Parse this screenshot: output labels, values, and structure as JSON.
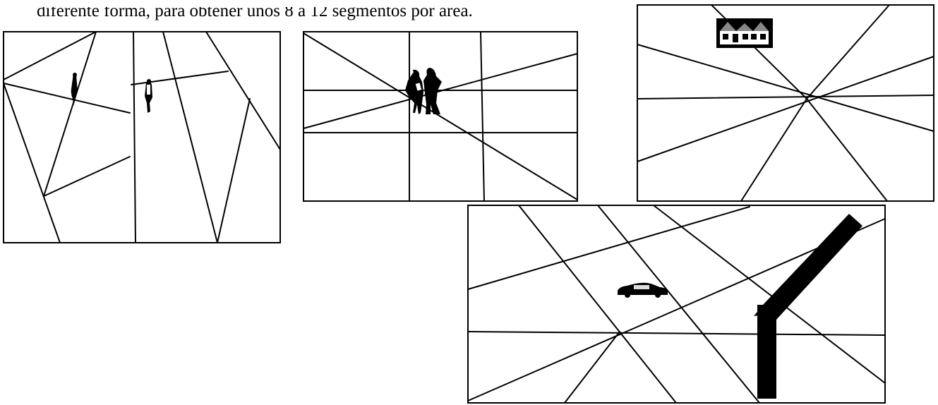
{
  "caption": "diferente forma, para obtener unos 8 a 12 segmentos por área.",
  "panels": [
    {
      "name": "panel-street-walkers",
      "figure": "walking-people-icon"
    },
    {
      "name": "panel-couple",
      "figure": "couple-silhouette-icon"
    },
    {
      "name": "panel-house",
      "figure": "house-icon"
    },
    {
      "name": "panel-car-road",
      "figure": "car-icon"
    }
  ],
  "colors": {
    "line": "#000000",
    "background": "#ffffff",
    "house_roof": "#888888"
  }
}
